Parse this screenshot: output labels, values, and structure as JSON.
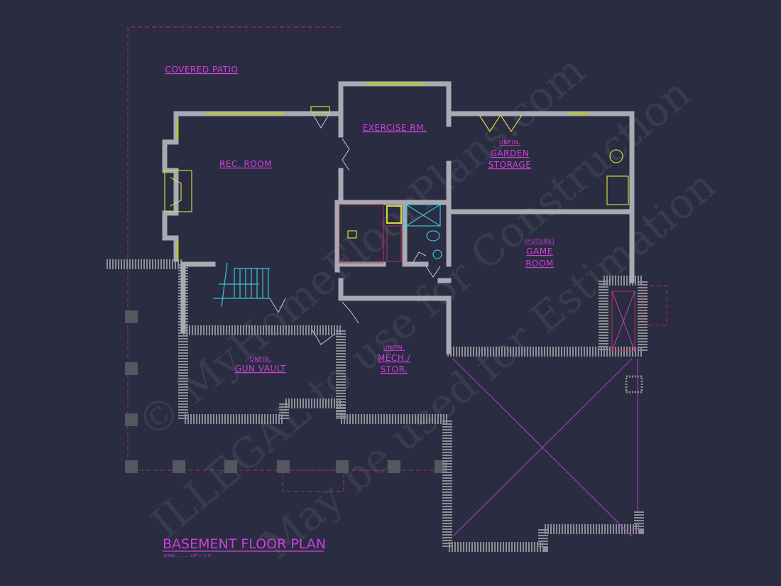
{
  "drawing": {
    "title": "BASEMENT FLOOR PLAN",
    "scale": "SCALE: ............1/4\" = 1'-0\"",
    "watermark": [
      "© MyHomeFloorPlans.com",
      "ILLEGAL to use for Construction",
      "May be used for Estimation"
    ]
  },
  "rooms": {
    "covered_patio": "COVERED PATIO",
    "rec_room": "REC. ROOM",
    "exercise": "EXERCISE RM.",
    "garden_unfin": "UNFIN.",
    "garden_1": "GARDEN",
    "garden_2": "STORAGE",
    "game_future": "(FUTURE)",
    "game_1": "GAME",
    "game_2": "ROOM",
    "gun_unfin": "UNFIN.",
    "gun_vault": "GUN VAULT",
    "mech_unfin": "UNFIN.",
    "mech_1": "MECH./",
    "mech_2": "STOR."
  },
  "colors": {
    "background": "#2a2c41",
    "label": "#d23fdc",
    "wall": "#a9aab3",
    "window": "#b8c830",
    "stair": "#3cc6d4"
  }
}
